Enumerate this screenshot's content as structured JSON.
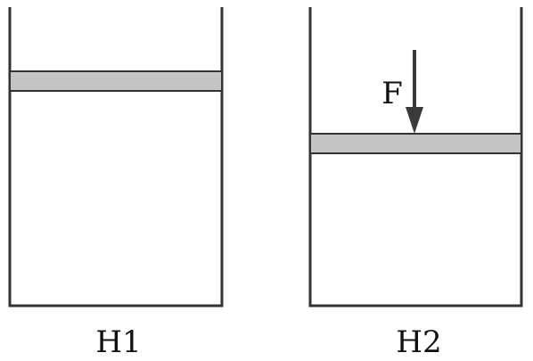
{
  "figure": {
    "containers": [
      {
        "id": "H1",
        "label": "H1",
        "force_applied": false
      },
      {
        "id": "H2",
        "label": "H2",
        "force_applied": true,
        "force_label": "F"
      }
    ],
    "colors": {
      "wall": "#333333",
      "piston": "#c4c4c4",
      "arrow": "#3a3a3a",
      "text": "#111111"
    }
  }
}
